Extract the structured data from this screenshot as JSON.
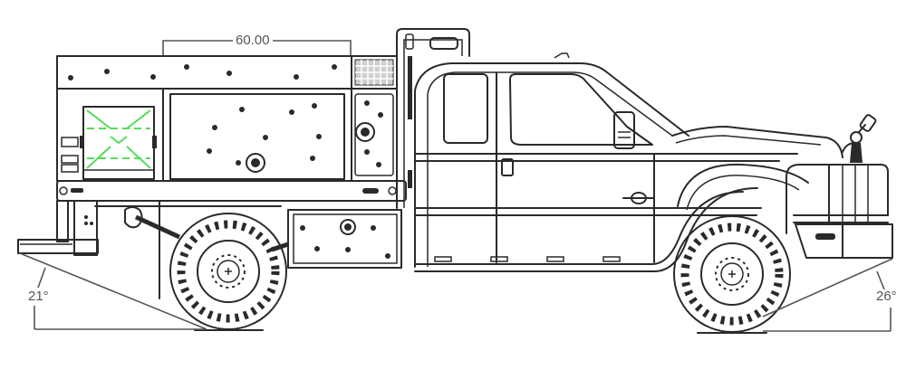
{
  "diagram": {
    "subject": "Fire truck side elevation line drawing",
    "dimensions": {
      "top_length": "60.00",
      "rear_departure_angle": "21°",
      "front_approach_angle": "26°"
    },
    "colors": {
      "line": "#2a2a2a",
      "dimension_line": "#555555",
      "hatch_highlight": "#55dd55",
      "background": "#ffffff"
    },
    "parts": [
      "rear-bumper",
      "body-compartments",
      "hose-reel-door",
      "cab",
      "headache-rack",
      "front-bumper-guard",
      "nozzle-monitor",
      "rear-wheel",
      "front-wheel"
    ]
  }
}
